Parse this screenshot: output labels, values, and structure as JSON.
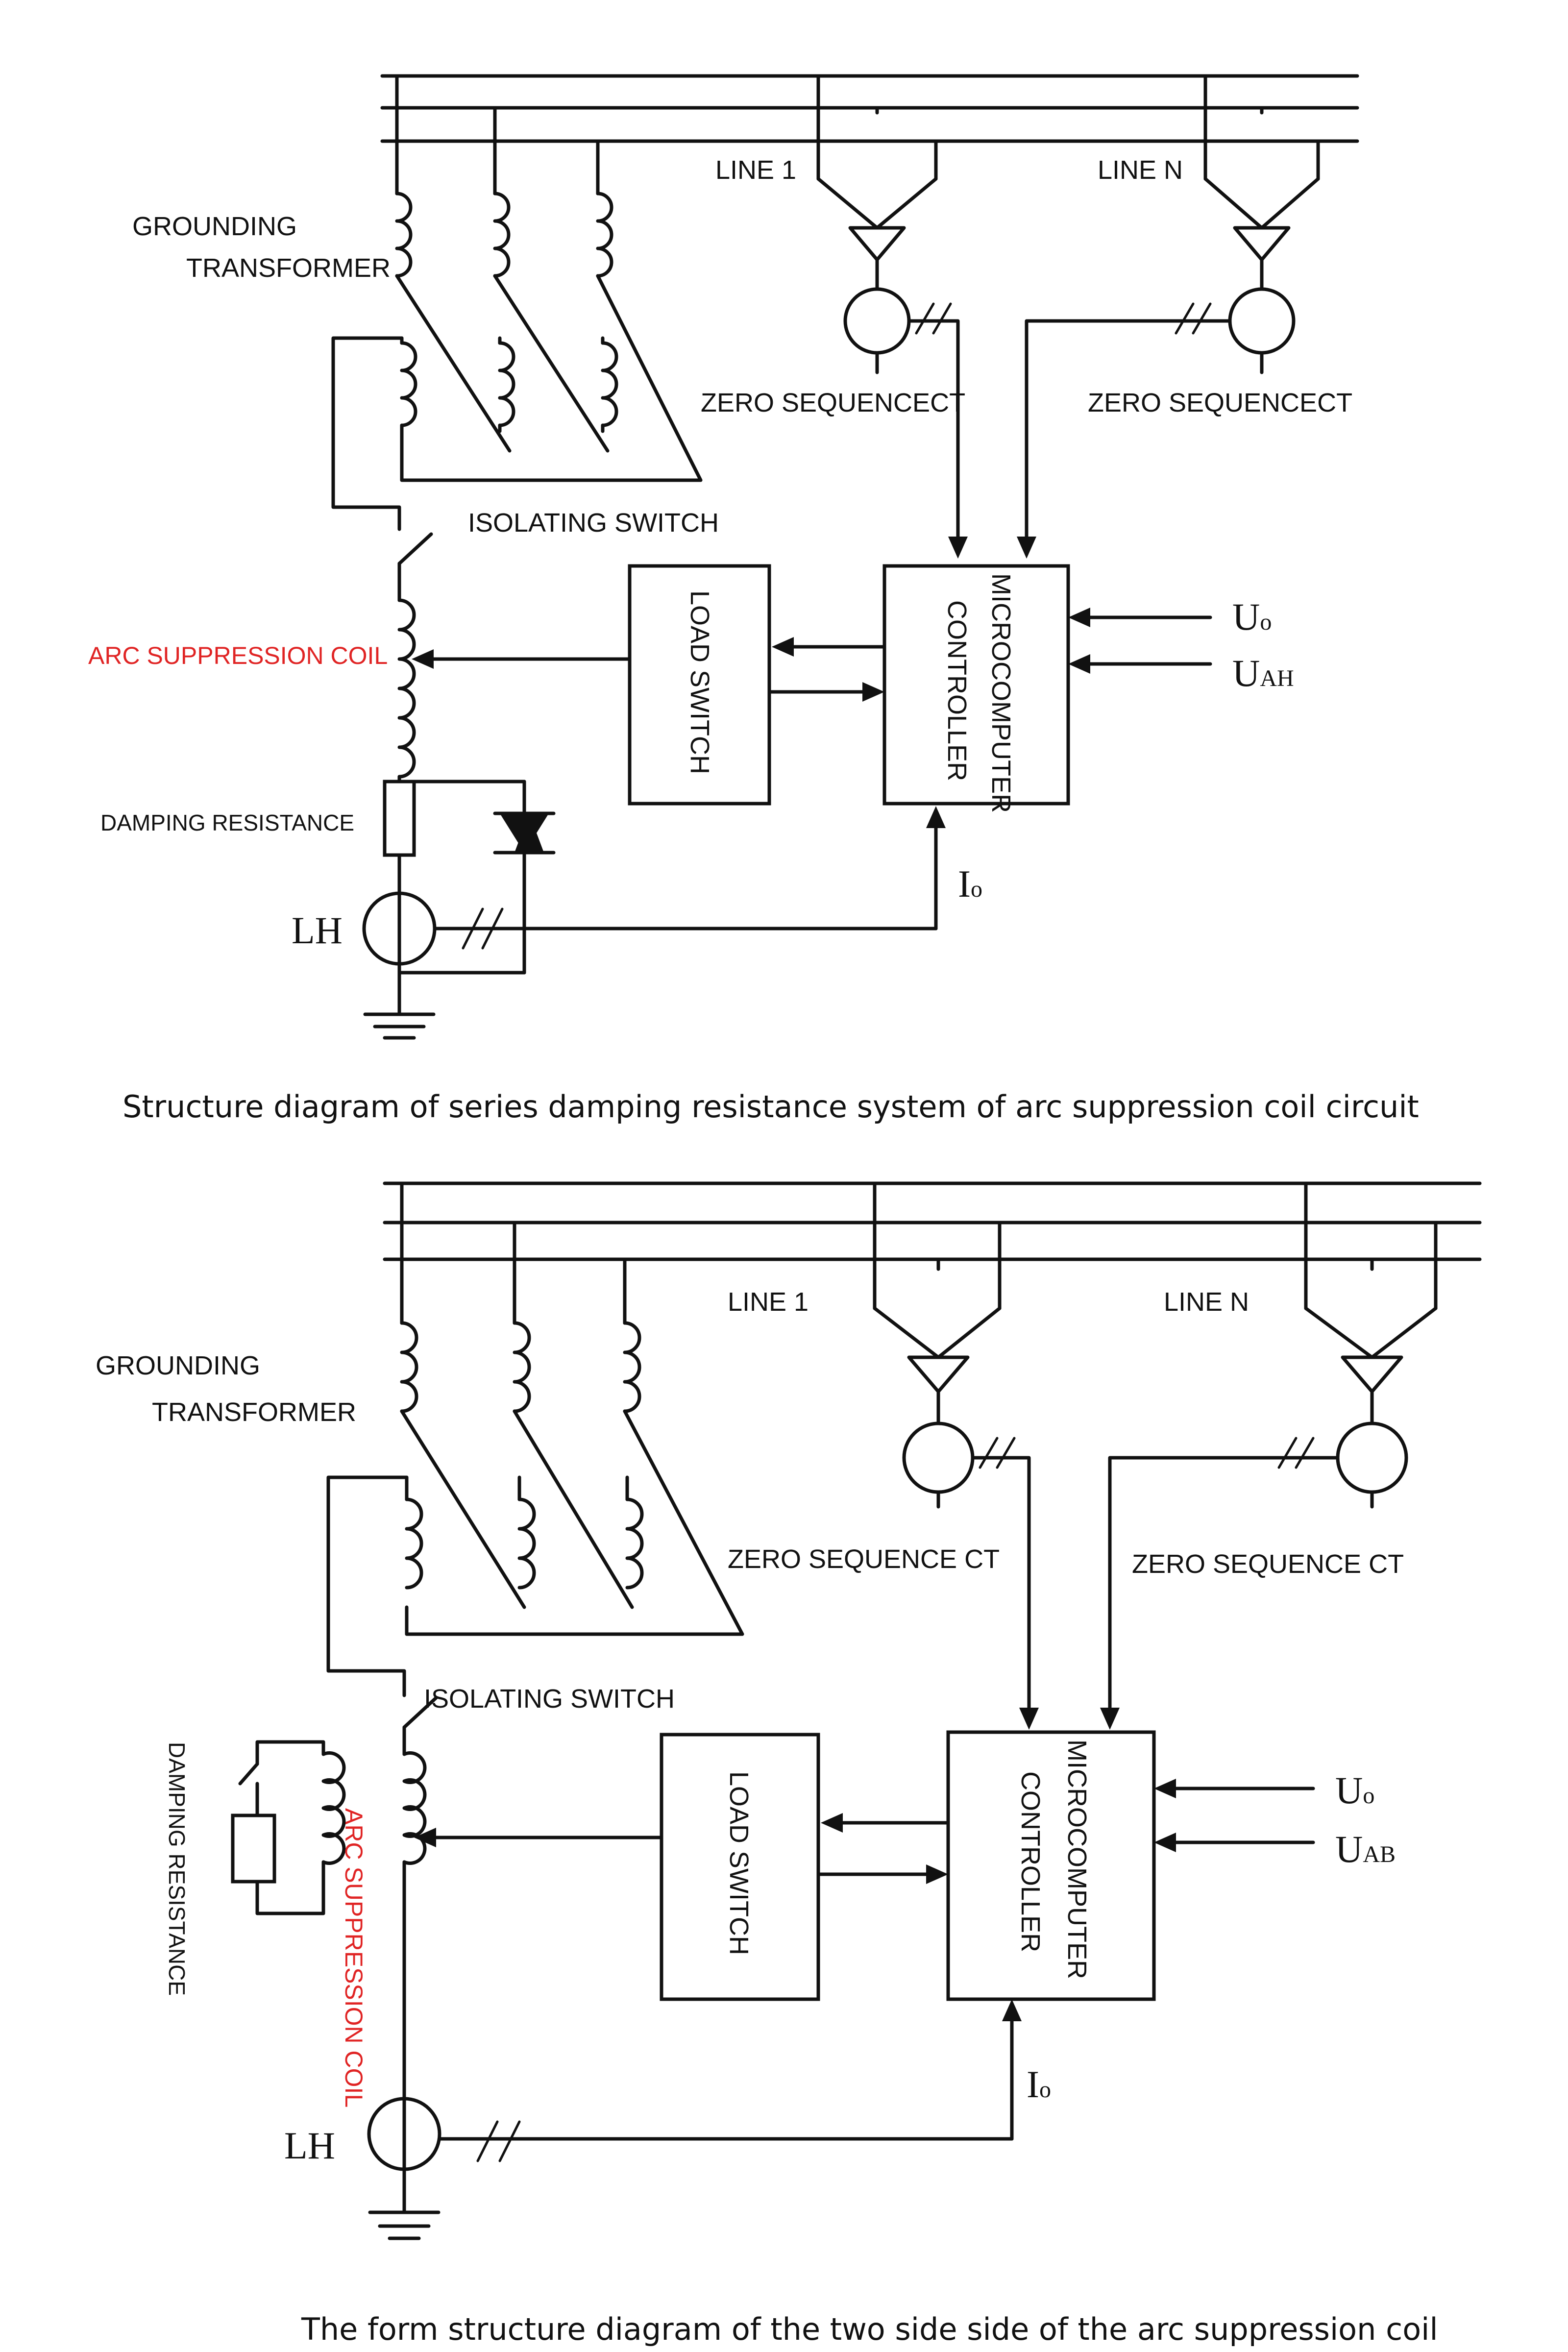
{
  "diagram1": {
    "line1": "LINE 1",
    "lineN": "LINE N",
    "grounding_transformer_1": "GROUNDING",
    "grounding_transformer_2": "TRANSFORMER",
    "zero_seq_ct_left": "ZERO SEQUENCECT",
    "zero_seq_ct_right": "ZERO SEQUENCECT",
    "isolating_switch": "ISOLATING SWITCH",
    "arc_suppression_coil": "ARC SUPPRESSION COIL",
    "damping_resistance": "DAMPING RESISTANCE",
    "load_switch": "LOAD SWITCH",
    "mc_line1": "MICROCOMPUTER",
    "mc_line2": "CONTROLLER",
    "u0_main": "U",
    "u0_sub": "o",
    "uab_main": "U",
    "uab_sub": "AH",
    "i0_main": "I",
    "i0_sub": "o",
    "lh": "LH",
    "caption": "Structure diagram of series damping resistance system of arc suppression coil circuit"
  },
  "diagram2": {
    "line1": "LINE 1",
    "lineN": "LINE N",
    "grounding_transformer_1": "GROUNDING",
    "grounding_transformer_2": "TRANSFORMER",
    "zero_seq_ct_left": "ZERO SEQUENCE CT",
    "zero_seq_ct_right": "ZERO SEQUENCE CT",
    "isolating_switch": "ISOLATING SWITCH",
    "arc_suppression_coil": "ARC SUPPRESSION COIL",
    "damping_resistance": "DAMPING RESISTANCE",
    "load_switch": "LOAD SWITCH",
    "mc_line1": "MICROCOMPUTER",
    "mc_line2": "CONTROLLER",
    "u0_main": "U",
    "u0_sub": "o",
    "uab_main": "U",
    "uab_sub": "AB",
    "i0_main": "I",
    "i0_sub": "o",
    "lh": "LH",
    "caption": "The form structure diagram of the two side side of the arc suppression coil"
  },
  "colors": {
    "wire": "#111111",
    "highlight_label": "#e02424",
    "background": "#ffffff"
  }
}
